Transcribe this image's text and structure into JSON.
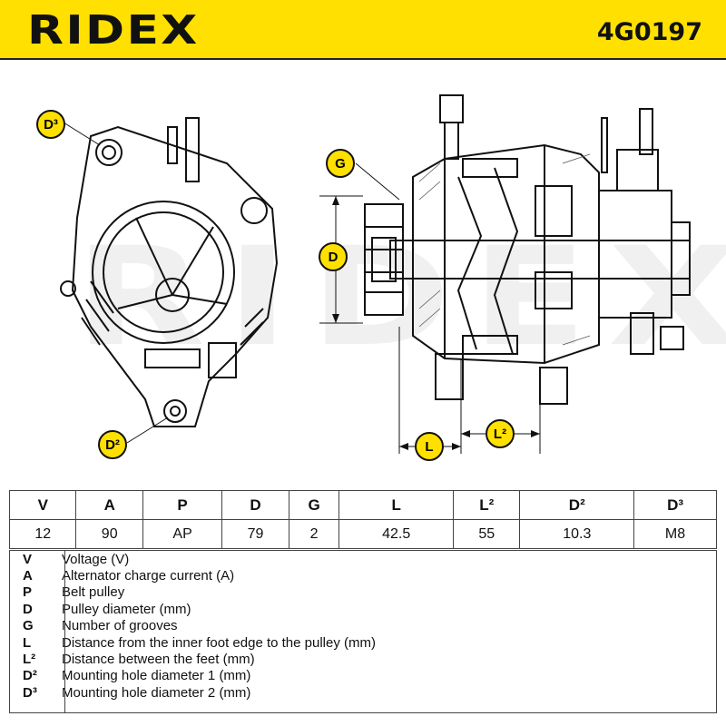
{
  "header": {
    "brand": "RIDEX",
    "part_code": "4G0197",
    "accent_color": "#FFE000"
  },
  "watermark": "RIDEX",
  "diagram": {
    "callouts": {
      "d3": "D³",
      "d2": "D²",
      "g": "G",
      "d": "D",
      "l": "L",
      "l2": "L²"
    },
    "callout_color": "#FFE000"
  },
  "spec_table": {
    "headers": [
      "V",
      "A",
      "P",
      "D",
      "G",
      "L",
      "L²",
      "D²",
      "D³"
    ],
    "values": [
      "12",
      "90",
      "AP",
      "79",
      "2",
      "42.5",
      "55",
      "10.3",
      "M8"
    ]
  },
  "legend": [
    {
      "symbol": "V",
      "description": "Voltage (V)"
    },
    {
      "symbol": "A",
      "description": "Alternator charge current (A)"
    },
    {
      "symbol": "P",
      "description": "Belt pulley"
    },
    {
      "symbol": "D",
      "description": "Pulley diameter (mm)"
    },
    {
      "symbol": "G",
      "description": "Number of grooves"
    },
    {
      "symbol": "L",
      "description": "Distance from the inner foot edge to the pulley (mm)"
    },
    {
      "symbol": "L²",
      "description": "Distance between the feet (mm)"
    },
    {
      "symbol": "D²",
      "description": "Mounting hole diameter 1 (mm)"
    },
    {
      "symbol": "D³",
      "description": "Mounting hole diameter 2 (mm)"
    }
  ]
}
